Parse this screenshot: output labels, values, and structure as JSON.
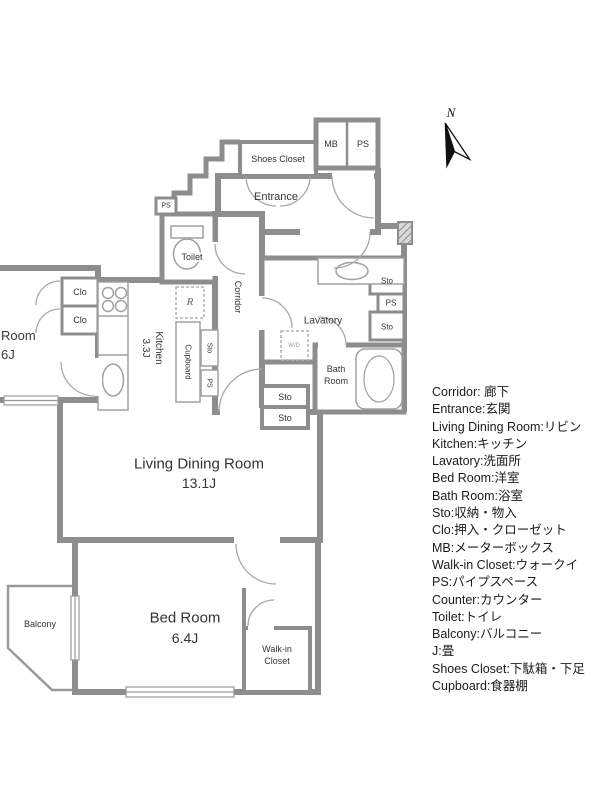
{
  "compass": {
    "north_label": "N"
  },
  "plan": {
    "shoes_closet": "Shoes Closet",
    "mb": "MB",
    "ps_top": "PS",
    "entrance": "Entrance",
    "ps_small": "PS",
    "toilet": "Toilet",
    "corridor": "Corridor",
    "sto_right_1": "Sto",
    "ps_right": "PS",
    "sto_right_2": "Sto",
    "lavatory": "Lavatory",
    "wd": "W/D",
    "bath_line1": "Bath",
    "bath_line2": "Room",
    "sto_mid_1": "Sto",
    "sto_mid_2": "Sto",
    "kitchen_line1": "Kitchen",
    "kitchen_line2": "3.3J",
    "fridge": "R",
    "cupboard": "Cupboard",
    "sto_small": "Sto",
    "ps_small2": "PS",
    "clo_1": "Clo",
    "clo_2": "Clo",
    "left_room_line1": "Room",
    "left_room_line2": "6J",
    "ldk_line1": "Living Dining Room",
    "ldk_line2": "13.1J",
    "bedroom_line1": "Bed Room",
    "bedroom_line2": "6.4J",
    "wic_line1": "Walk-in",
    "wic_line2": "Closet",
    "balcony": "Balcony"
  },
  "legend": {
    "items": [
      "Corridor: 廊下",
      "Entrance:玄関",
      "Living Dining Room:リビン",
      "Kitchen:キッチン",
      "Lavatory:洗面所",
      "Bed Room:洋室",
      "Bath Room:浴室",
      "Sto:収納・物入",
      "Clo:押入・クローゼット",
      "MB:メーターボックス",
      "Walk-in Closet:ウォークイ",
      "PS:パイプスペース",
      "Counter:カウンター",
      "Toilet:トイレ",
      "Balcony:バルコニー",
      "J:畳",
      "Shoes Closet:下駄箱・下足",
      "Cupboard:食器棚"
    ]
  }
}
